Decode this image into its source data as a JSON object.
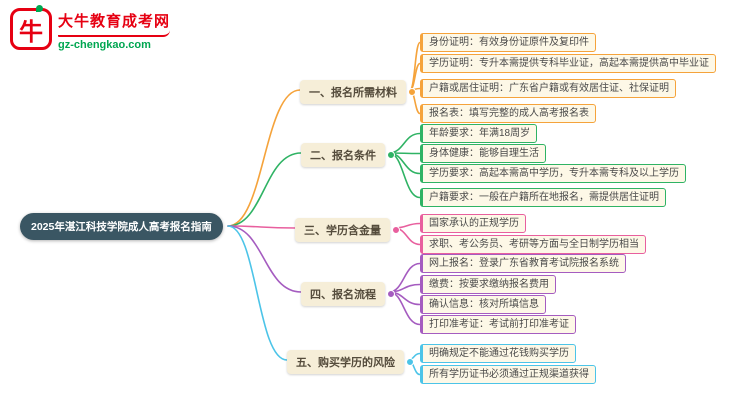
{
  "logo": {
    "brand": "大牛教育成考网",
    "domain": "gz-chengkao.com",
    "icon": "ox-icon",
    "icon_glyph": "牛",
    "brand_color": "#e60012",
    "domain_color": "#00a651"
  },
  "center": {
    "label": "2025年湛江科技学院成人高考报名指南",
    "bg_color": "#3a5663"
  },
  "branches": [
    {
      "label": "一、报名所需材料",
      "color": "#f5a33b",
      "items": [
        "身份证明：有效身份证原件及复印件",
        "学历证明：专升本需提供专科毕业证，高起本需提供高中毕业证",
        "户籍或居住证明：广东省户籍或有效居住证、社保证明",
        "报名表：填写完整的成人高考报名表"
      ]
    },
    {
      "label": "二、报名条件",
      "color": "#2fb364",
      "items": [
        "年龄要求：年满18周岁",
        "身体健康：能够自理生活",
        "学历要求：高起本需高中学历，专升本需专科及以上学历",
        "户籍要求：一般在户籍所在地报名，需提供居住证明"
      ]
    },
    {
      "label": "三、学历含金量",
      "color": "#e85f9e",
      "items": [
        "国家承认的正规学历",
        "求职、考公务员、考研等方面与全日制学历相当"
      ]
    },
    {
      "label": "四、报名流程",
      "color": "#a55cc0",
      "items": [
        "网上报名：登录广东省教育考试院报名系统",
        "缴费：按要求缴纳报名费用",
        "确认信息：核对所填信息",
        "打印准考证：考试前打印准考证"
      ]
    },
    {
      "label": "五、购买学历的风险",
      "color": "#4cc4e8",
      "items": [
        "明确规定不能通过花钱购买学历",
        "所有学历证书必须通过正规渠道获得"
      ]
    }
  ]
}
